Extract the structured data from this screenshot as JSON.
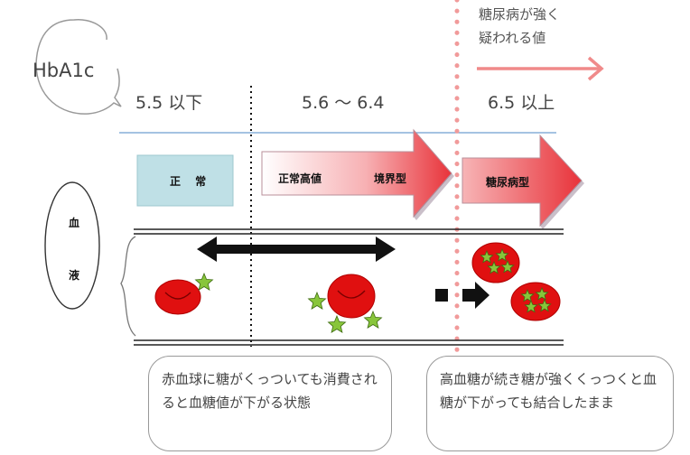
{
  "hba1c_label": "HbA1c",
  "ranges": {
    "low": "5.5 以下",
    "mid": "5.6 ～ 6.4",
    "high": "6.5 以上"
  },
  "suspicion_note": [
    "糖尿病が強く",
    "疑われる値"
  ],
  "categories": {
    "normal": "正 常",
    "high_normal": "正常高値",
    "borderline": "境界型",
    "diabetes": "糖尿病型"
  },
  "blood_label": [
    "血",
    "液"
  ],
  "explanations": {
    "left": "赤血球に糖がくっついても消費されると血糖値が下がる状態",
    "right": "高血糖が続き糖が強くくっつくと血糖が下がっても結合したまま"
  },
  "colors": {
    "normal_fill": "#bfe0e6",
    "arrow_red": "#e8333a",
    "dotted_pink": "#f0a0a0",
    "rbc_red": "#e01010",
    "star_green": "#88c53b"
  }
}
